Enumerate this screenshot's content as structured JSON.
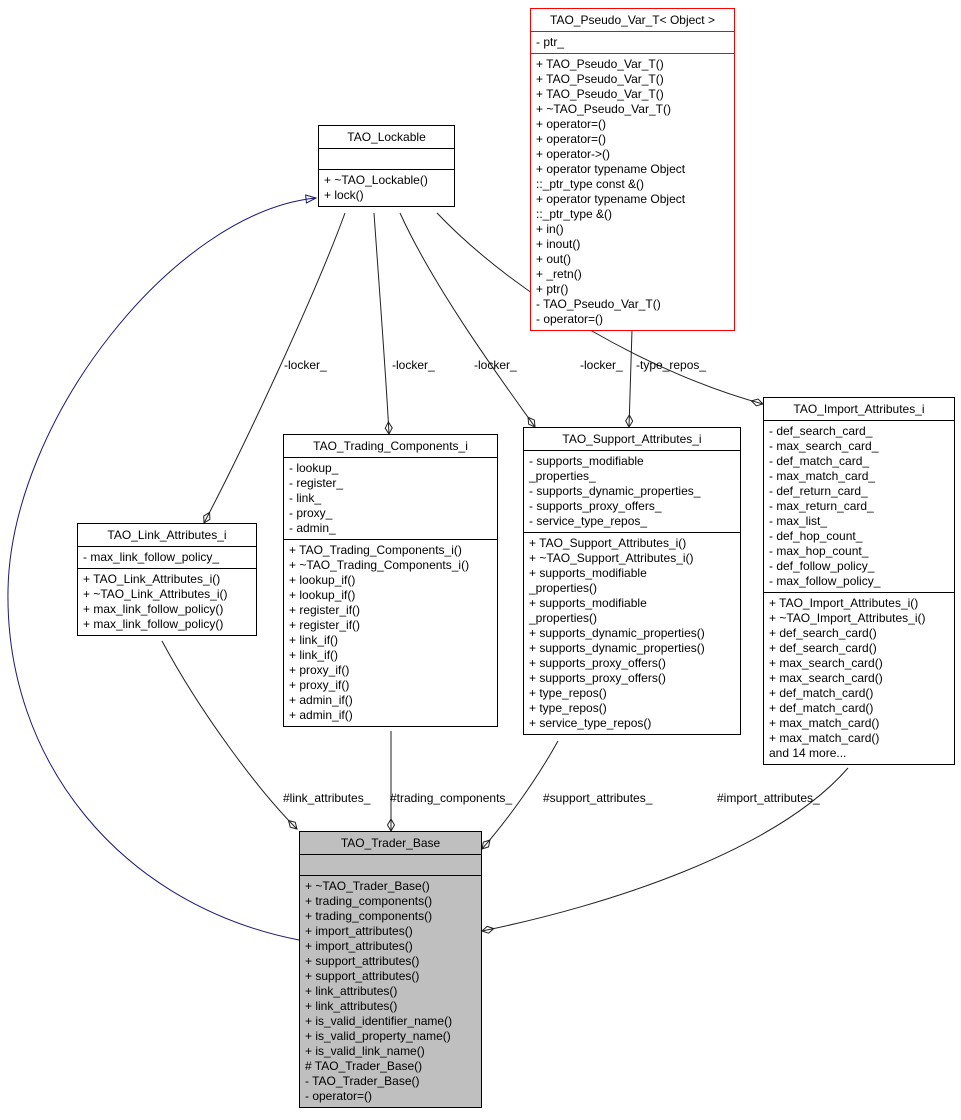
{
  "colors": {
    "highlight_border": "#ff0000",
    "selected_fill": "#bfbfbf",
    "inheritance_color": "#191970",
    "edge_color": "#202020"
  },
  "classes": {
    "pseudo_var": {
      "title": "TAO_Pseudo_Var_T< Object >",
      "attributes": [
        "- ptr_"
      ],
      "methods": [
        "+ TAO_Pseudo_Var_T()",
        "+ TAO_Pseudo_Var_T()",
        "+ TAO_Pseudo_Var_T()",
        "+ ~TAO_Pseudo_Var_T()",
        "+ operator=()",
        "+ operator=()",
        "+ operator->()",
        "+ operator typename Object\n::_ptr_type const &()",
        "+ operator typename Object\n::_ptr_type &()",
        "+ in()",
        "+ inout()",
        "+ out()",
        "+ _retn()",
        "+ ptr()",
        "- TAO_Pseudo_Var_T()",
        "- operator=()"
      ]
    },
    "lockable": {
      "title": "TAO_Lockable",
      "attributes": [],
      "methods": [
        "+ ~TAO_Lockable()",
        "+ lock()"
      ]
    },
    "trading_components": {
      "title": "TAO_Trading_Components_i",
      "attributes": [
        "- lookup_",
        "- register_",
        "- link_",
        "- proxy_",
        "- admin_"
      ],
      "methods": [
        "+ TAO_Trading_Components_i()",
        "+ ~TAO_Trading_Components_i()",
        "+ lookup_if()",
        "+ lookup_if()",
        "+ register_if()",
        "+ register_if()",
        "+ link_if()",
        "+ link_if()",
        "+ proxy_if()",
        "+ proxy_if()",
        "+ admin_if()",
        "+ admin_if()"
      ]
    },
    "support_attributes": {
      "title": "TAO_Support_Attributes_i",
      "attributes": [
        "- supports_modifiable\n_properties_",
        "- supports_dynamic_properties_",
        "- supports_proxy_offers_",
        "- service_type_repos_"
      ],
      "methods": [
        "+ TAO_Support_Attributes_i()",
        "+ ~TAO_Support_Attributes_i()",
        "+ supports_modifiable\n_properties()",
        "+ supports_modifiable\n_properties()",
        "+ supports_dynamic_properties()",
        "+ supports_dynamic_properties()",
        "+ supports_proxy_offers()",
        "+ supports_proxy_offers()",
        "+ type_repos()",
        "+ type_repos()",
        "+ service_type_repos()"
      ]
    },
    "import_attributes": {
      "title": "TAO_Import_Attributes_i",
      "attributes": [
        "- def_search_card_",
        "- max_search_card_",
        "- def_match_card_",
        "- max_match_card_",
        "- def_return_card_",
        "- max_return_card_",
        "- max_list_",
        "- def_hop_count_",
        "- max_hop_count_",
        "- def_follow_policy_",
        "- max_follow_policy_"
      ],
      "methods": [
        "+ TAO_Import_Attributes_i()",
        "+ ~TAO_Import_Attributes_i()",
        "+ def_search_card()",
        "+ def_search_card()",
        "+ max_search_card()",
        "+ max_search_card()",
        "+ def_match_card()",
        "+ def_match_card()",
        "+ max_match_card()",
        "+ max_match_card()",
        "and 14 more..."
      ]
    },
    "link_attributes": {
      "title": "TAO_Link_Attributes_i",
      "attributes": [
        "- max_link_follow_policy_"
      ],
      "methods": [
        "+ TAO_Link_Attributes_i()",
        "+ ~TAO_Link_Attributes_i()",
        "+ max_link_follow_policy()",
        "+ max_link_follow_policy()"
      ]
    },
    "trader_base": {
      "title": "TAO_Trader_Base",
      "attributes": [],
      "methods": [
        "+ ~TAO_Trader_Base()",
        "+ trading_components()",
        "+ trading_components()",
        "+ import_attributes()",
        "+ import_attributes()",
        "+ support_attributes()",
        "+ support_attributes()",
        "+ link_attributes()",
        "+ link_attributes()",
        "+ is_valid_identifier_name()",
        "+ is_valid_property_name()",
        "+ is_valid_link_name()",
        "# TAO_Trader_Base()",
        "- TAO_Trader_Base()",
        "- operator=()"
      ]
    }
  },
  "edges": {
    "locker_label": "-locker_",
    "type_repos_label": "-type_repos_",
    "link_attributes_label": "#link_attributes_",
    "trading_components_label": "#trading_components_",
    "support_attributes_label": "#support_attributes_",
    "import_attributes_label": "#import_attributes_"
  }
}
